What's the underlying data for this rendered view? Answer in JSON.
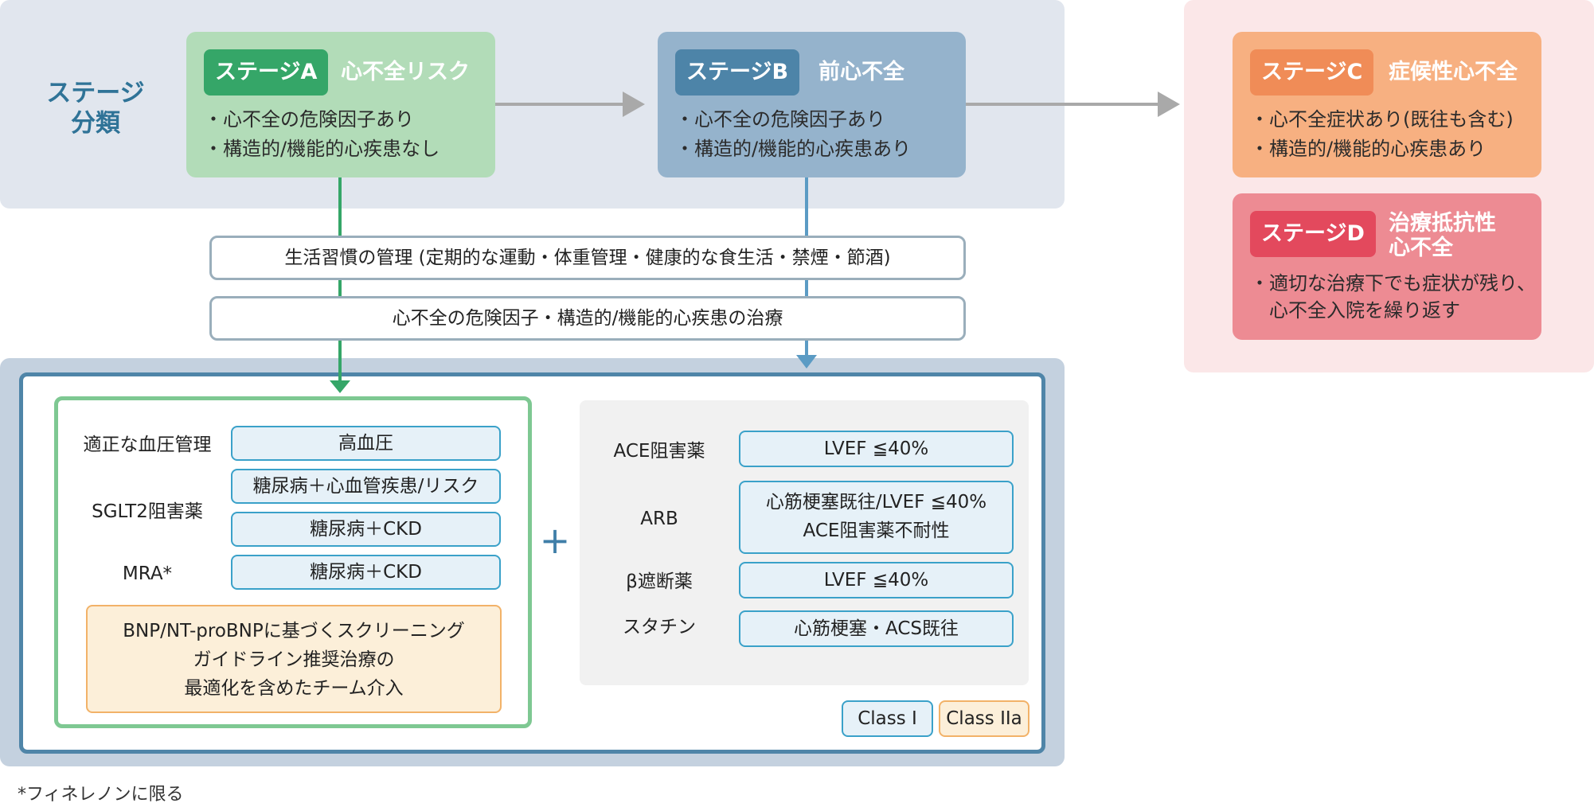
{
  "stage_classification": {
    "heading_line1": "ステージ",
    "heading_line2": "分類"
  },
  "stages": {
    "a": {
      "badge": "ステージA",
      "name": "心不全リスク",
      "bullets": [
        "・心不全の危険因子あり",
        "・構造的/機能的心疾患なし"
      ]
    },
    "b": {
      "badge": "ステージB",
      "name": "前心不全",
      "bullets": [
        "・心不全の危険因子あり",
        "・構造的/機能的心疾患あり"
      ]
    },
    "c": {
      "badge": "ステージC",
      "name": "症候性心不全",
      "bullets": [
        "・心不全症状あり(既往も含む)",
        "・構造的/機能的心疾患あり"
      ]
    },
    "d": {
      "badge": "ステージD",
      "name_line1": "治療抵抗性",
      "name_line2": "心不全",
      "bullets": [
        "・適切な治療下でも症状が残り、",
        "　心不全入院を繰り返す"
      ]
    }
  },
  "management": {
    "lifestyle": "生活習慣の管理 (定期的な運動・体重管理・健康的な食生活・禁煙・節酒)",
    "risk_treatment": "心不全の危険因子・構造的/機能的心疾患の治療"
  },
  "stage_a_therapy": {
    "bp": {
      "label": "適正な血圧管理",
      "indication": "高血圧"
    },
    "sglt2": {
      "label": "SGLT2阻害薬",
      "indications": [
        "糖尿病＋心血管疾患/リスク",
        "糖尿病＋CKD"
      ]
    },
    "mra": {
      "label": "MRA*",
      "indication": "糖尿病＋CKD"
    },
    "team_care": [
      "BNP/NT-proBNPに基づくスクリーニング",
      "ガイドライン推奨治療の",
      "最適化を含めたチーム介入"
    ]
  },
  "plus_sign": "+",
  "stage_b_therapy": {
    "acei": {
      "label": "ACE阻害薬",
      "indication": "LVEF ≦40%"
    },
    "arb": {
      "label": "ARB",
      "indication_line1": "心筋梗塞既往/LVEF ≦40%",
      "indication_line2": "ACE阻害薬不耐性"
    },
    "beta": {
      "label": "β遮断薬",
      "indication": "LVEF ≦40%"
    },
    "statin": {
      "label": "スタチン",
      "indication": "心筋梗塞・ACS既往"
    }
  },
  "legend": {
    "class_i": "Class I",
    "class_iia": "Class IIa"
  },
  "footnote": "*フィネレノンに限る",
  "colors": {
    "stage_a": "#35a668",
    "stage_b": "#4d84a8",
    "stage_c": "#f08c57",
    "stage_d": "#e3495d",
    "class_i": "#3aa1c9",
    "class_iia": "#f2b268",
    "arrow_gray": "#a9a9a9"
  }
}
